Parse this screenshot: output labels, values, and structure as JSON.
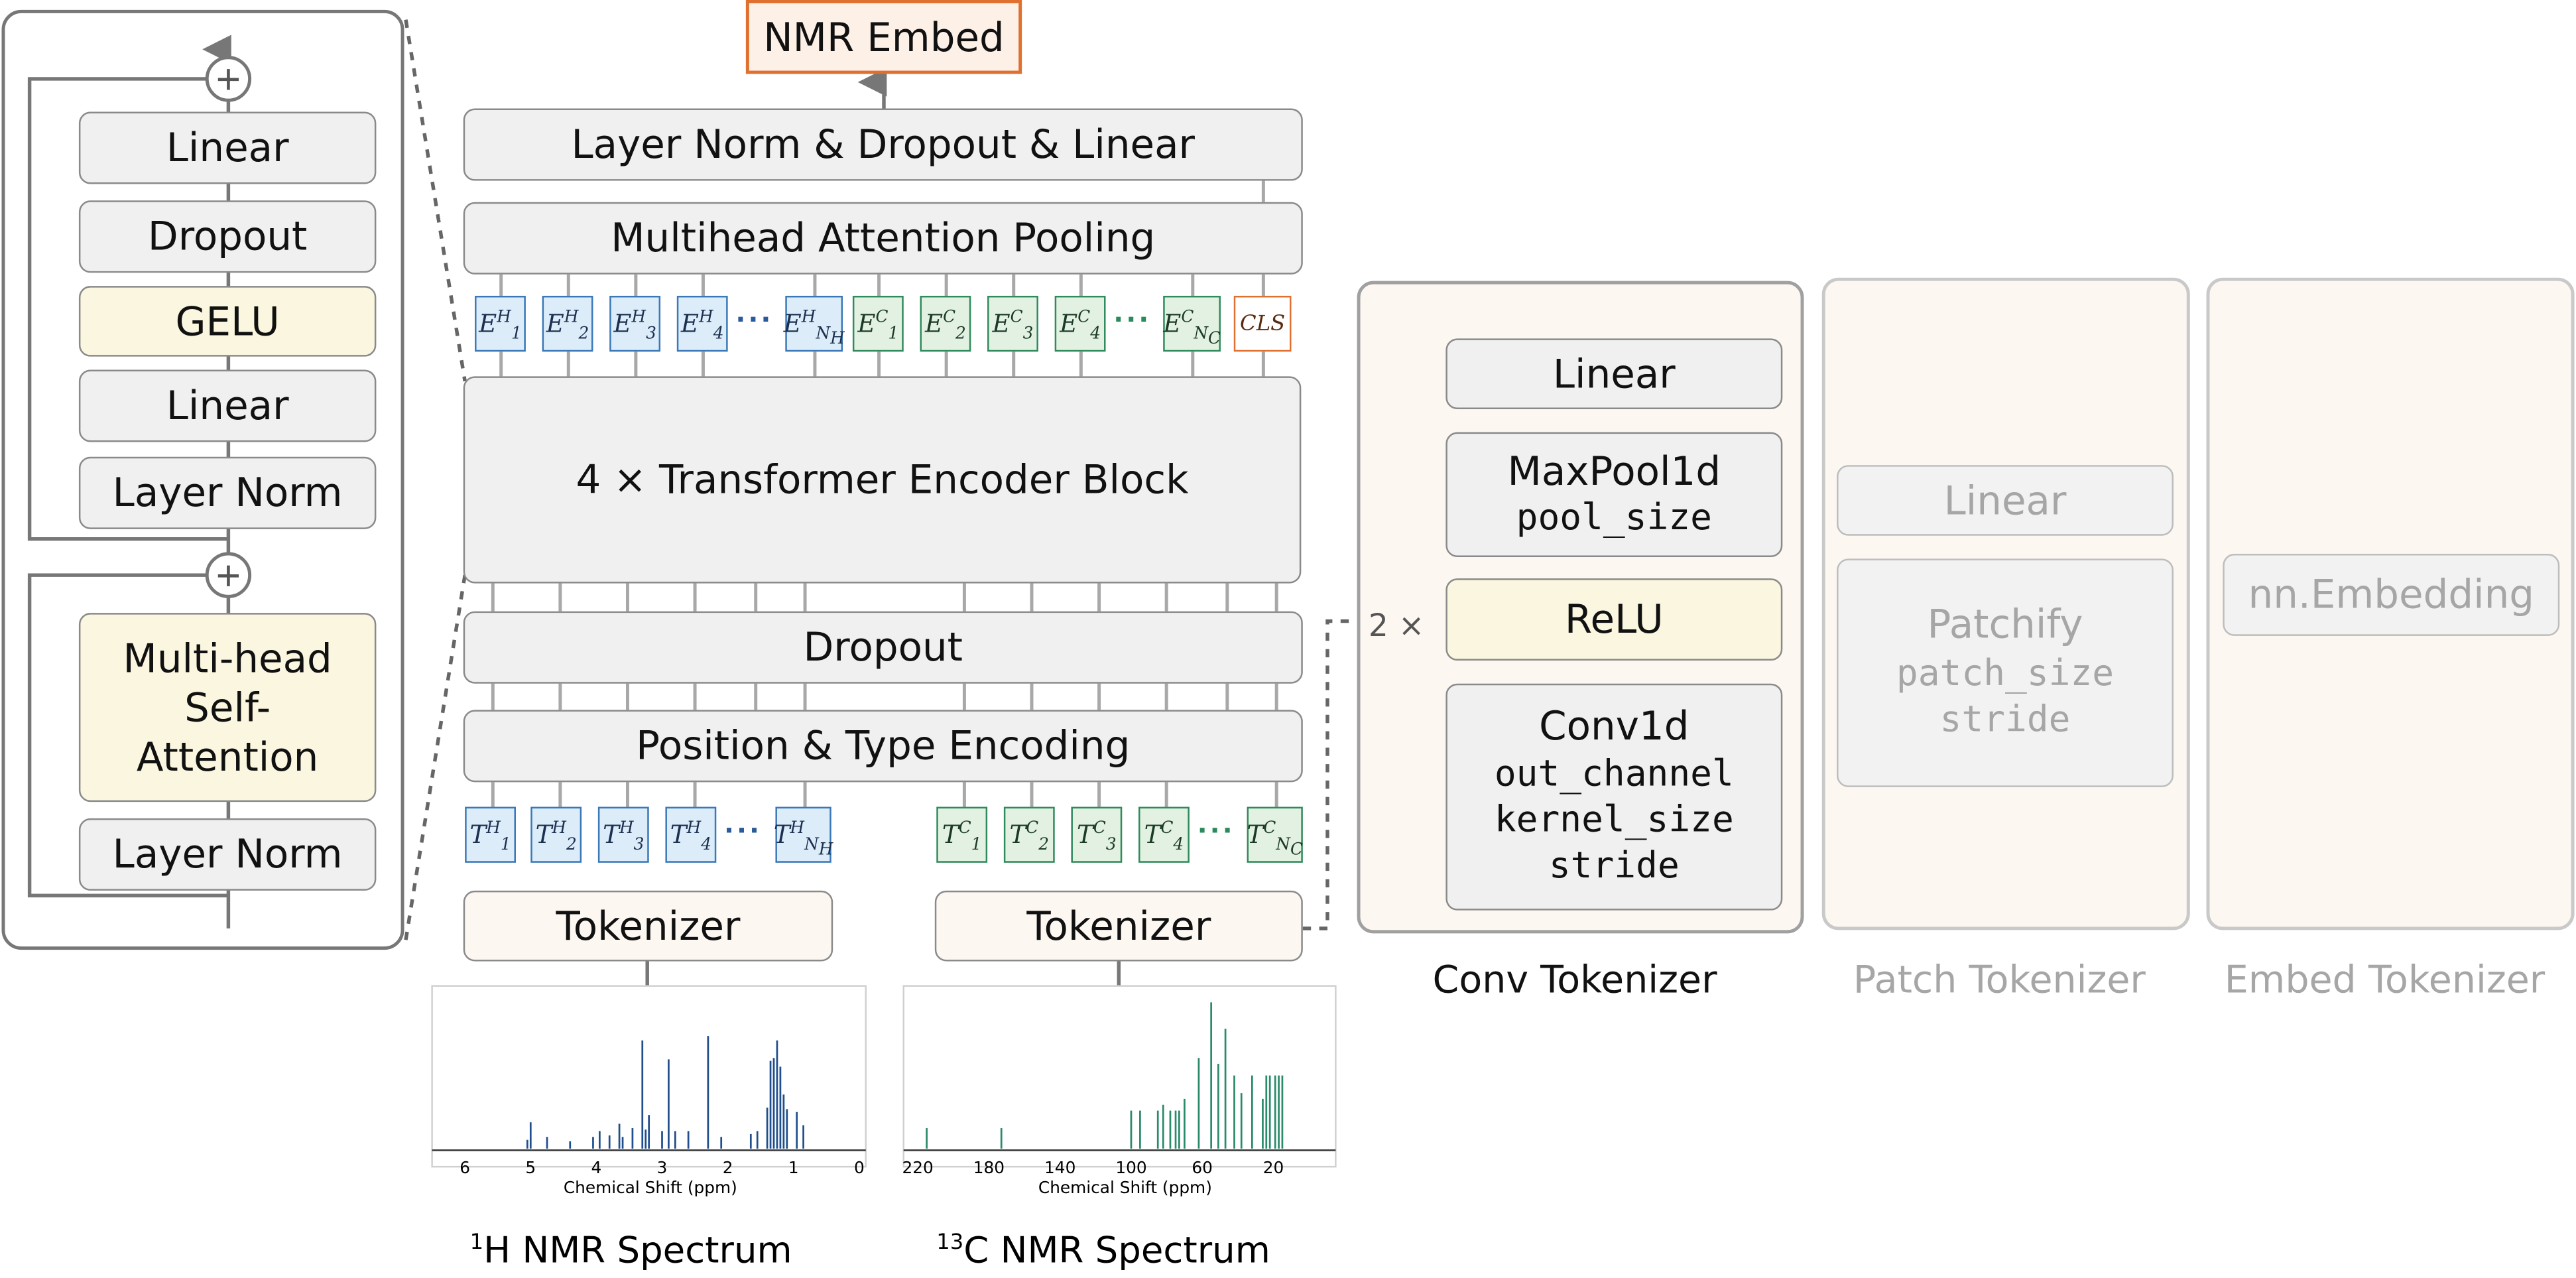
{
  "top_output": "NMR Embed",
  "encoder_detail": {
    "blocks": [
      "Linear",
      "Dropout",
      "GELU",
      "Linear",
      "Layer Norm",
      "Multi-head Self-Attention",
      "Layer Norm"
    ],
    "plus": "⊕"
  },
  "main": {
    "head": "Layer Norm & Dropout & Linear",
    "pooling": "Multihead Attention Pooling",
    "transformer": "4 × Transformer Encoder Block",
    "dropout": "Dropout",
    "encoding": "Position & Type Encoding",
    "tokenizer_h": "Tokenizer",
    "tokenizer_c": "Tokenizer",
    "cls": "CLS",
    "ellipsis": "···"
  },
  "conv_tokenizer": {
    "title": "Conv Tokenizer",
    "repeat": "2 ×",
    "linear": "Linear",
    "maxpool": "MaxPool1d",
    "maxpool_param": "pool_size",
    "relu": "ReLU",
    "conv": "Conv1d",
    "conv_params": [
      "out_channel",
      "kernel_size",
      "stride"
    ]
  },
  "patch_tokenizer": {
    "title": "Patch Tokenizer",
    "linear": "Linear",
    "patchify": "Patchify",
    "params": [
      "patch_size",
      "stride"
    ]
  },
  "embed_tokenizer": {
    "title": "Embed Tokenizer",
    "embedding": "nn.Embedding"
  },
  "spectra": {
    "h_title_sup": "1",
    "h_title": "H NMR Spectrum",
    "c_title_sup": "13",
    "c_title": "C NMR Spectrum",
    "xlabel": "Chemical Shift (ppm)",
    "h_ticks": [
      "6",
      "5",
      "4",
      "3",
      "2",
      "1",
      "0"
    ],
    "c_ticks": [
      "220",
      "180",
      "140",
      "100",
      "60",
      "20"
    ],
    "h_color": "#1f4e8c",
    "c_color": "#2a8a6a"
  },
  "chart_data": [
    {
      "type": "line",
      "title": "",
      "xlabel": "Chemical Shift (ppm)",
      "ylabel": "",
      "xlim": [
        6.5,
        -0.1
      ],
      "series": [
        {
          "x": [
            5.05,
            5.0,
            4.75,
            4.4,
            4.05,
            3.95,
            3.8,
            3.65,
            3.6,
            3.45,
            3.3,
            3.25,
            3.2,
            3.0,
            2.9,
            2.8,
            2.6,
            2.3,
            2.1,
            1.65,
            1.55,
            1.4,
            1.35,
            1.3,
            1.25,
            1.2,
            1.15,
            1.1,
            0.95,
            0.85
          ],
          "y": [
            0.06,
            0.18,
            0.08,
            0.05,
            0.08,
            0.12,
            0.09,
            0.17,
            0.08,
            0.14,
            0.74,
            0.13,
            0.23,
            0.12,
            0.61,
            0.12,
            0.12,
            0.77,
            0.08,
            0.1,
            0.12,
            0.28,
            0.6,
            0.62,
            0.74,
            0.56,
            0.37,
            0.27,
            0.25,
            0.16
          ]
        }
      ]
    },
    {
      "type": "bar",
      "title": "",
      "xlabel": "Chemical Shift (ppm)",
      "ylabel": "",
      "xlim": [
        228,
        -15
      ],
      "series": [
        {
          "x": [
            215,
            173,
            100,
            95,
            85,
            82,
            78,
            75,
            73,
            70,
            62,
            55,
            51,
            47,
            42,
            38,
            32,
            26,
            24,
            22,
            19,
            17,
            15
          ],
          "y": [
            0.14,
            0.14,
            0.26,
            0.26,
            0.26,
            0.3,
            0.26,
            0.26,
            0.26,
            0.34,
            0.62,
            1.0,
            0.58,
            0.82,
            0.5,
            0.38,
            0.5,
            0.34,
            0.5,
            0.5,
            0.5,
            0.5,
            0.5
          ]
        }
      ]
    }
  ]
}
